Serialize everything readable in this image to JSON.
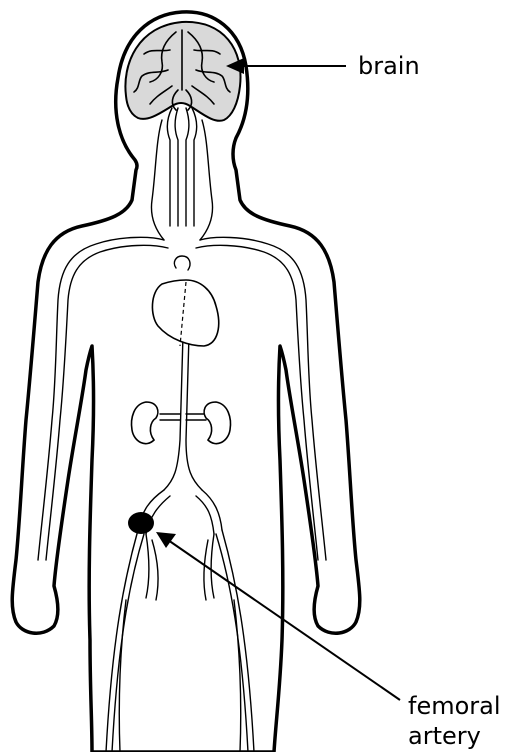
{
  "labels": {
    "brain": "brain",
    "femoral_line1": "femoral",
    "femoral_line2": "artery"
  },
  "colors": {
    "outline": "#000000",
    "brain_fill": "#d9d9d9",
    "background": "#ffffff",
    "marker": "#000000"
  }
}
